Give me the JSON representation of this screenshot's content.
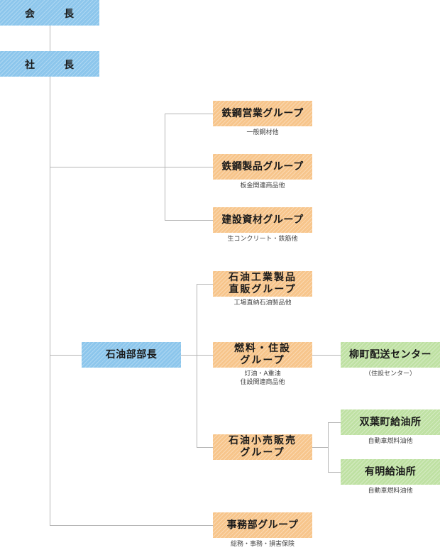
{
  "executives": {
    "chairman": [
      "会",
      "長"
    ],
    "president": [
      "社",
      "長"
    ]
  },
  "groups": {
    "steel_sales": {
      "label": "鉄鋼営業グループ",
      "note": "一般鋼材他"
    },
    "steel_products": {
      "label": "鉄鋼製品グループ",
      "note": "板金関連商品他"
    },
    "construction_materials": {
      "label": "建設資材グループ",
      "note": "生コンクリート・鉄筋他"
    },
    "petroleum_director": {
      "label": "石油部部長"
    },
    "industrial_petroleum": {
      "line1": "石油工業製品",
      "line2": "直販グループ",
      "note": "工場直納石油製品他"
    },
    "fuel_housing": {
      "line1": "燃料・住設",
      "line2": "グループ",
      "note1": "灯油・A重油",
      "note2": "住設関連商品他"
    },
    "petroleum_retail": {
      "line1": "石油小売販売",
      "line2": "グループ"
    },
    "general_affairs": {
      "label": "事務部グループ",
      "note": "総務・事務・損害保険"
    }
  },
  "centers": {
    "yanagimachi": {
      "label": "柳町配送センター",
      "note": "（住設センター）"
    },
    "futaba": {
      "label": "双葉町給油所",
      "note": "自動車燃料油他"
    },
    "ariake": {
      "label": "有明給油所",
      "note": "自動車燃料油他"
    }
  }
}
